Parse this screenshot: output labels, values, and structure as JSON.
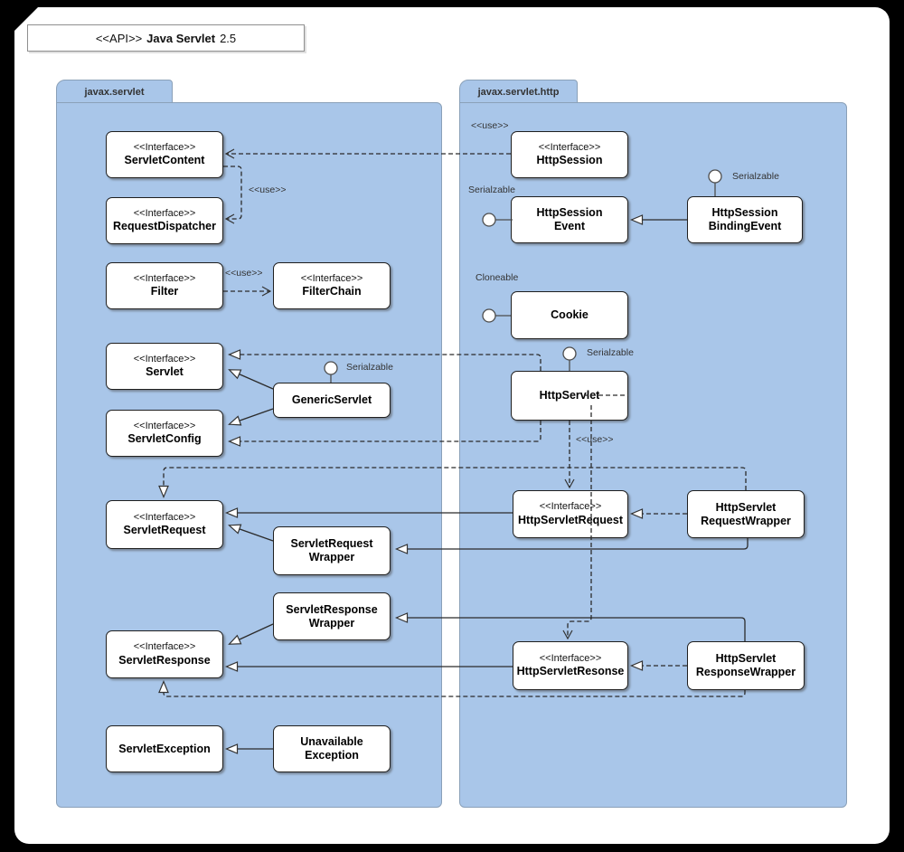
{
  "title": {
    "stereotype": "<<API>>",
    "name": "Java Servlet",
    "version": "2.5"
  },
  "packages": {
    "left": {
      "label": "javax.servlet"
    },
    "right": {
      "label": "javax.servlet.http"
    }
  },
  "labels": {
    "use": "<<use>>",
    "serializable": "Serialzable",
    "cloneable": "Cloneable"
  },
  "classes": {
    "servletContent": {
      "stereotype": "<<Interface>>",
      "name": "ServletContent"
    },
    "requestDispatcher": {
      "stereotype": "<<Interface>>",
      "name": "RequestDispatcher"
    },
    "filter": {
      "stereotype": "<<Interface>>",
      "name": "Filter"
    },
    "filterChain": {
      "stereotype": "<<Interface>>",
      "name": "FilterChain"
    },
    "servlet": {
      "stereotype": "<<Interface>>",
      "name": "Servlet"
    },
    "genericServlet": {
      "name": "GenericServlet"
    },
    "servletConfig": {
      "stereotype": "<<Interface>>",
      "name": "ServletConfig"
    },
    "servletRequest": {
      "stereotype": "<<Interface>>",
      "name": "ServletRequest"
    },
    "servletRequestWrapper": {
      "name": "ServletRequest\nWrapper"
    },
    "servletResponseWrapper": {
      "name": "ServletResponse\nWrapper"
    },
    "servletResponse": {
      "stereotype": "<<Interface>>",
      "name": "ServletResponse"
    },
    "servletException": {
      "name": "ServletException"
    },
    "unavailableException": {
      "name": "Unavailable\nException"
    },
    "httpSession": {
      "stereotype": "<<Interface>>",
      "name": "HttpSession"
    },
    "httpSessionEvent": {
      "name": "HttpSession\nEvent"
    },
    "httpSessionBindingEvent": {
      "name": "HttpSession\nBindingEvent"
    },
    "cookie": {
      "name": "Cookie"
    },
    "httpServlet": {
      "name": "HttpServlet"
    },
    "httpServletRequest": {
      "stereotype": "<<Interface>>",
      "name": "HttpServletRequest"
    },
    "httpServletRequestWrapper": {
      "name": "HttpServlet\nRequestWrapper"
    },
    "httpServletResponse": {
      "stereotype": "<<Interface>>",
      "name": "HttpServletResonse"
    },
    "httpServletResponseWrapper": {
      "name": "HttpServlet\nResponseWrapper"
    }
  },
  "colors": {
    "frame_bg": "#000000",
    "page_bg": "#ffffff",
    "package_fill": "#a9c6e9",
    "package_border": "#8aa0b8",
    "node_border": "#1f1f1f",
    "edge": "#2b2b2b"
  }
}
